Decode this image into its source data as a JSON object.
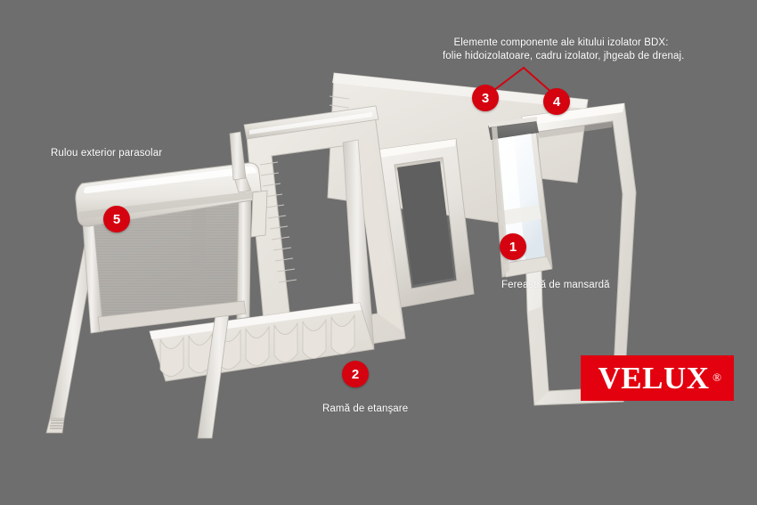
{
  "background_color": "#6e6e6e",
  "accent_color": "#d5020f",
  "logo_color": "#e3000f",
  "labels": {
    "bdx_kit_line1": "Elemente componente ale kitului izolator BDX:",
    "bdx_kit_line2": "folie hidoizolatoare, cadru izolator, jhgeab de drenaj.",
    "awning_blind": "Rulou exterior parasolar",
    "roof_window": "Fereastră de mansardă",
    "flashing_frame": "Ramă de etanşare"
  },
  "callouts": [
    {
      "number": "1",
      "refers_to": "Fereastră de mansardă"
    },
    {
      "number": "2",
      "refers_to": "Ramă de etanşare"
    },
    {
      "number": "3",
      "refers_to": "folie hidoizolatoare"
    },
    {
      "number": "4",
      "refers_to": "cadru izolator"
    },
    {
      "number": "5",
      "refers_to": "Rulou exterior parasolar"
    }
  ],
  "logo": {
    "wordmark": "VELUX",
    "registered_mark": "®"
  }
}
